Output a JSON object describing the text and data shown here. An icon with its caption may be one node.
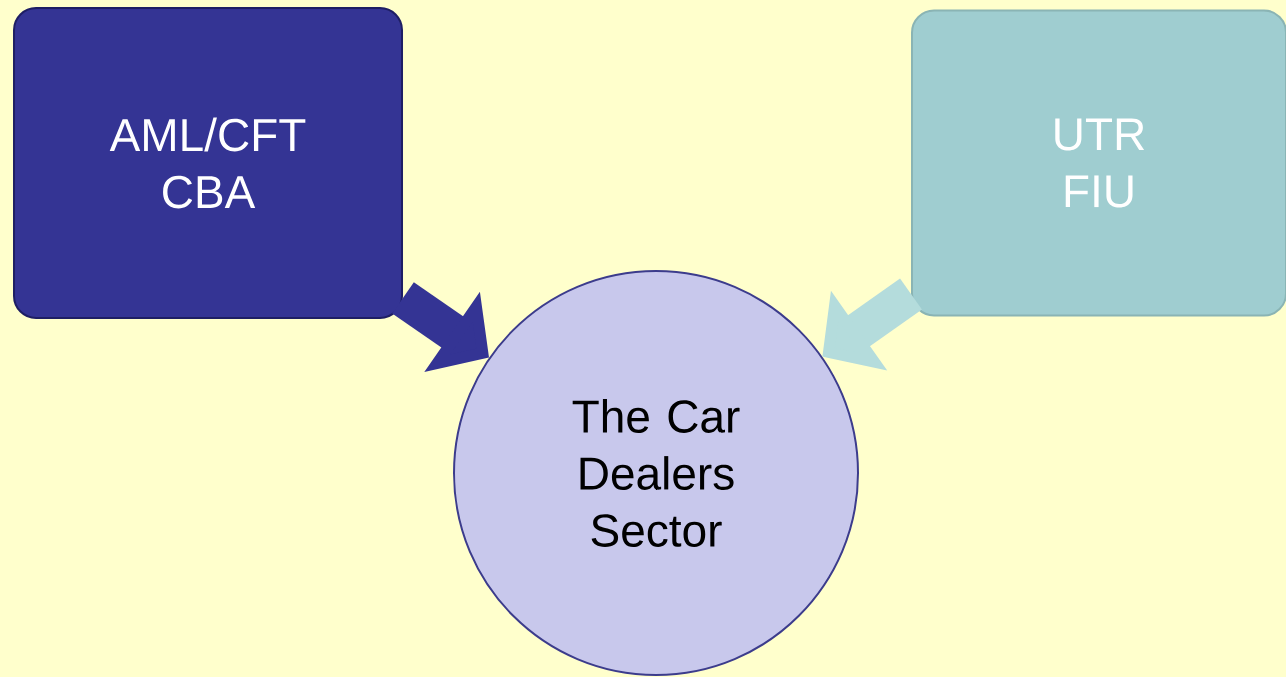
{
  "diagram": {
    "nodes": [
      {
        "text": [
          "AML/CFT CBA"
        ]
      },
      {
        "text": [
          "UTR FIU"
        ]
      },
      {
        "text": [
          "The Car Dealers Sector"
        ]
      }
    ],
    "edges": [
      {
        "from": 0,
        "to": 2,
        "arrow": "to",
        "color": "#343494"
      },
      {
        "from": 1,
        "to": 2,
        "arrow": "to",
        "color": "#b4dcdc"
      }
    ]
  }
}
